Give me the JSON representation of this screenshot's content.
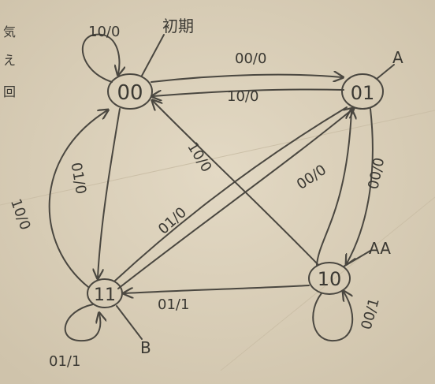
{
  "nodes": {
    "s00": {
      "label": "00",
      "name": "初期"
    },
    "s01": {
      "label": "01",
      "name": "A"
    },
    "s10": {
      "label": "10",
      "name": "AA"
    },
    "s11": {
      "label": "11",
      "name": "B"
    }
  },
  "edges": {
    "self_00": "10/0",
    "e00_01": "00/0",
    "e01_00": "10/0",
    "e00_11": "01/0",
    "e11_00": "10/0",
    "e10_00": "10/0",
    "e01_10": "00/0",
    "e11_01": "01/0",
    "e10_01": "00/0",
    "e10_11": "01/1",
    "self_10": "00/1",
    "self_11": "01/1"
  },
  "margin_marks": [
    "気",
    "え",
    "回"
  ],
  "colors": {
    "paper": "#ddd2bc",
    "ink": "#3b3933"
  }
}
